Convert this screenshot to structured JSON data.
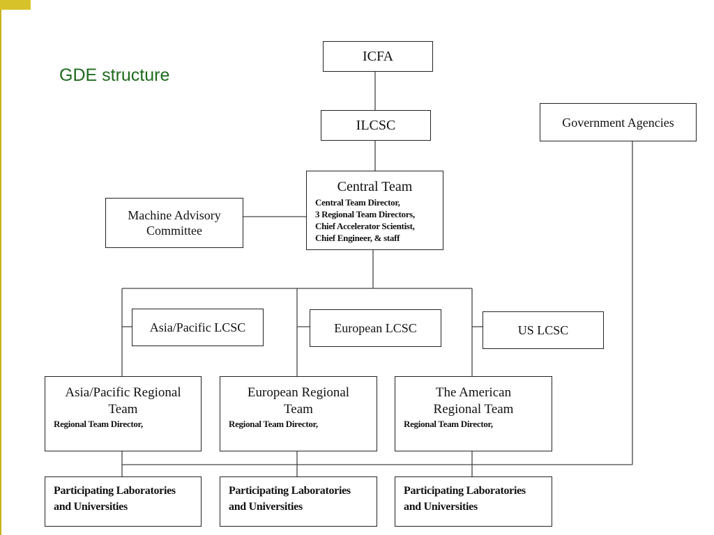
{
  "slide": {
    "title": "GDE structure"
  },
  "org": {
    "icfa": "ICFA",
    "ilcsc": "ILCSC",
    "gov": "Government Agencies",
    "mac": {
      "line1": "Machine Advisory",
      "line2": "Committee"
    },
    "central": {
      "title": "Central Team",
      "lines": [
        "Central Team Director,",
        "3 Regional Team Directors,",
        "Chief Accelerator Scientist,",
        "Chief Engineer, & staff"
      ]
    },
    "lcsc": {
      "asia": "Asia/Pacific LCSC",
      "europe": "European LCSC",
      "us": "US LCSC"
    },
    "teams": [
      {
        "line1": "Asia/Pacific Regional",
        "line2": "Team",
        "sub": "Regional Team Director,"
      },
      {
        "line1": "European Regional",
        "line2": "Team",
        "sub": "Regional Team Director,"
      },
      {
        "line1": "The American",
        "line2": "Regional Team",
        "sub": "Regional Team Director,"
      }
    ],
    "labs": {
      "line1": "Participating Laboratories",
      "line2": "and Universities"
    }
  },
  "colors": {
    "title_green": "#1d6b1d",
    "accent_gold": "#c9b21a",
    "line": "#444444"
  }
}
